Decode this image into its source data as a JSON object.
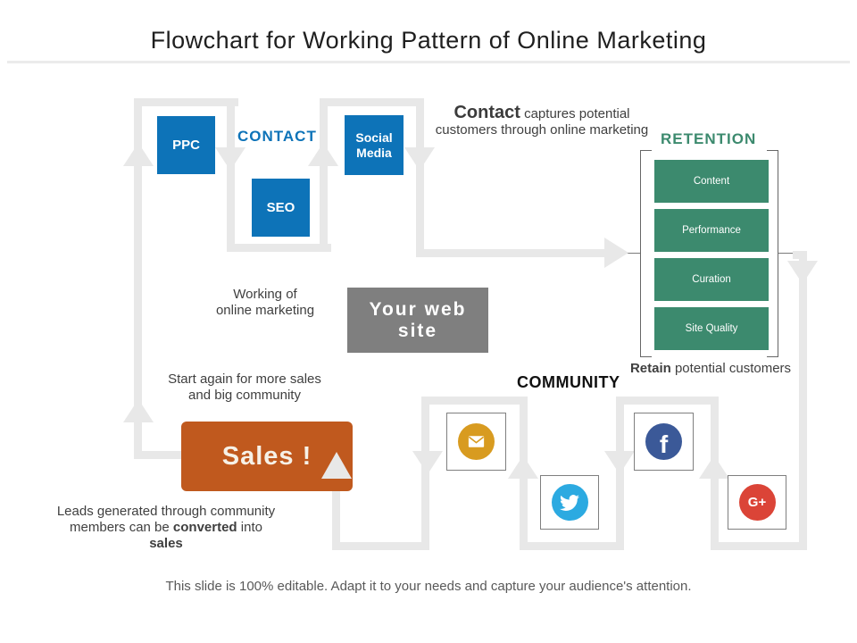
{
  "title": "Flowchart for Working Pattern of Online Marketing",
  "footer": "This slide is 100% editable. Adapt it to your needs and capture your audience's attention.",
  "colors": {
    "blue": "#0d73b8",
    "green": "#3c8a6e",
    "orange": "#c0591e",
    "gray_box": "#7f7f7f",
    "flow_gray": "#e8e8e8",
    "email_gold": "#d89b20",
    "twitter_blue": "#2caae1",
    "facebook_blue": "#3b5998",
    "gplus_red": "#db4437"
  },
  "sections": {
    "contact_label": "CONTACT",
    "retention_label": "RETENTION",
    "community_label": "COMMUNITY"
  },
  "nodes": {
    "ppc": "PPC",
    "seo": "SEO",
    "social_media": "Social Media",
    "website": "Your web site",
    "sales": "Sales !"
  },
  "retention_items": [
    "Content",
    "Performance",
    "Curation",
    "Site Quality"
  ],
  "captions": {
    "contact_bold": "Contact",
    "contact_rest": "captures potential",
    "contact_line2": "customers through online marketing",
    "working_line1": "Working of",
    "working_line2": "online marketing",
    "start_line1": "Start again for more sales",
    "start_line2": "and big community",
    "retain_bold": "Retain",
    "retain_rest": "potential customers",
    "leads_line1": "Leads generated through community",
    "leads_pre": "members can be",
    "leads_bold1": "converted",
    "leads_mid": "into",
    "leads_bold2": "sales"
  },
  "community_icons": [
    {
      "name": "email",
      "color": "#d89b20"
    },
    {
      "name": "twitter",
      "color": "#2caae1"
    },
    {
      "name": "facebook",
      "color": "#3b5998",
      "letter": "f"
    },
    {
      "name": "google-plus",
      "color": "#db4437",
      "letter": "G+"
    }
  ]
}
